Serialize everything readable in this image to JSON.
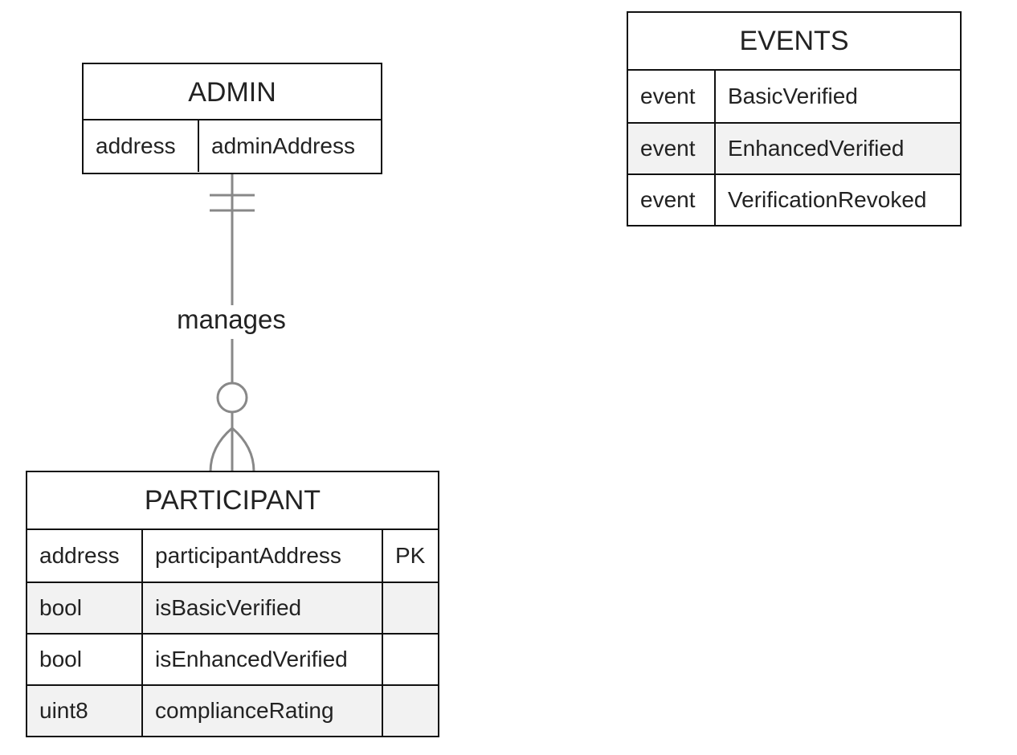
{
  "entities": {
    "admin": {
      "name": "ADMIN",
      "attributes": [
        {
          "type": "address",
          "name": "adminAddress"
        }
      ]
    },
    "events": {
      "name": "EVENTS",
      "attributes": [
        {
          "type": "event",
          "name": "BasicVerified"
        },
        {
          "type": "event",
          "name": "EnhancedVerified"
        },
        {
          "type": "event",
          "name": "VerificationRevoked"
        }
      ]
    },
    "participant": {
      "name": "PARTICIPANT",
      "attributes": [
        {
          "type": "address",
          "name": "participantAddress",
          "key": "PK"
        },
        {
          "type": "bool",
          "name": "isBasicVerified",
          "key": ""
        },
        {
          "type": "bool",
          "name": "isEnhancedVerified",
          "key": ""
        },
        {
          "type": "uint8",
          "name": "complianceRating",
          "key": ""
        }
      ]
    }
  },
  "relationship": {
    "label": "manages",
    "from": "ADMIN",
    "to": "PARTICIPANT",
    "from_cardinality": "exactly-one",
    "to_cardinality": "zero-or-many"
  },
  "colors": {
    "border": "#111111",
    "alt_row": "#f2f2f2",
    "connector": "#888888"
  }
}
